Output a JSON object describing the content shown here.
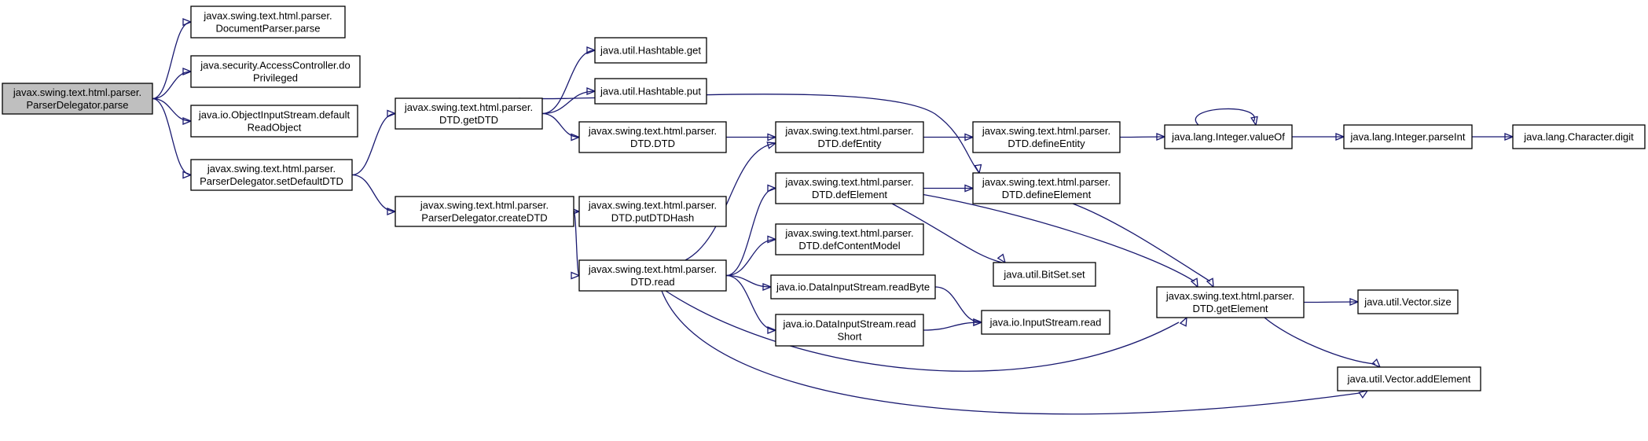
{
  "diagram": {
    "nodes": [
      {
        "id": "root",
        "lines": [
          "javax.swing.text.html.parser.",
          "ParserDelegator.parse"
        ],
        "highlight": true
      },
      {
        "id": "docparse",
        "lines": [
          "javax.swing.text.html.parser.",
          "DocumentParser.parse"
        ]
      },
      {
        "id": "doPriv",
        "lines": [
          "java.security.AccessController.do",
          "Privileged"
        ]
      },
      {
        "id": "defRead",
        "lines": [
          "java.io.ObjectInputStream.default",
          "ReadObject"
        ]
      },
      {
        "id": "setDTD",
        "lines": [
          "javax.swing.text.html.parser.",
          "ParserDelegator.setDefaultDTD"
        ]
      },
      {
        "id": "getDTD",
        "lines": [
          "javax.swing.text.html.parser.",
          "DTD.getDTD"
        ]
      },
      {
        "id": "createDTD",
        "lines": [
          "javax.swing.text.html.parser.",
          "ParserDelegator.createDTD"
        ]
      },
      {
        "id": "htGet",
        "lines": [
          "java.util.Hashtable.get"
        ]
      },
      {
        "id": "htPut",
        "lines": [
          "java.util.Hashtable.put"
        ]
      },
      {
        "id": "dtdDTD",
        "lines": [
          "javax.swing.text.html.parser.",
          "DTD.DTD"
        ]
      },
      {
        "id": "putHash",
        "lines": [
          "javax.swing.text.html.parser.",
          "DTD.putDTDHash"
        ]
      },
      {
        "id": "dtdRead",
        "lines": [
          "javax.swing.text.html.parser.",
          "DTD.read"
        ]
      },
      {
        "id": "defEntity",
        "lines": [
          "javax.swing.text.html.parser.",
          "DTD.defEntity"
        ]
      },
      {
        "id": "defElement",
        "lines": [
          "javax.swing.text.html.parser.",
          "DTD.defElement"
        ]
      },
      {
        "id": "defContent",
        "lines": [
          "javax.swing.text.html.parser.",
          "DTD.defContentModel"
        ]
      },
      {
        "id": "readByte",
        "lines": [
          "java.io.DataInputStream.readByte"
        ]
      },
      {
        "id": "readShort",
        "lines": [
          "java.io.DataInputStream.read",
          "Short"
        ]
      },
      {
        "id": "defineEntity",
        "lines": [
          "javax.swing.text.html.parser.",
          "DTD.defineEntity"
        ]
      },
      {
        "id": "defineElement",
        "lines": [
          "javax.swing.text.html.parser.",
          "DTD.defineElement"
        ]
      },
      {
        "id": "bitSet",
        "lines": [
          "java.util.BitSet.set"
        ]
      },
      {
        "id": "isRead",
        "lines": [
          "java.io.InputStream.read"
        ]
      },
      {
        "id": "valueOf",
        "lines": [
          "java.lang.Integer.valueOf"
        ]
      },
      {
        "id": "getElement",
        "lines": [
          "javax.swing.text.html.parser.",
          "DTD.getElement"
        ]
      },
      {
        "id": "parseInt",
        "lines": [
          "java.lang.Integer.parseInt"
        ]
      },
      {
        "id": "vSize",
        "lines": [
          "java.util.Vector.size"
        ]
      },
      {
        "id": "vAdd",
        "lines": [
          "java.util.Vector.addElement"
        ]
      },
      {
        "id": "digit",
        "lines": [
          "java.lang.Character.digit"
        ]
      }
    ],
    "edges": [
      {
        "from": "root",
        "to": "docparse"
      },
      {
        "from": "root",
        "to": "doPriv"
      },
      {
        "from": "root",
        "to": "defRead"
      },
      {
        "from": "root",
        "to": "setDTD"
      },
      {
        "from": "setDTD",
        "to": "getDTD"
      },
      {
        "from": "setDTD",
        "to": "createDTD"
      },
      {
        "from": "getDTD",
        "to": "htGet"
      },
      {
        "from": "getDTD",
        "to": "htPut"
      },
      {
        "from": "getDTD",
        "to": "dtdDTD"
      },
      {
        "from": "getDTD",
        "to": "defineElement"
      },
      {
        "from": "createDTD",
        "to": "putHash"
      },
      {
        "from": "createDTD",
        "to": "dtdRead"
      },
      {
        "from": "dtdDTD",
        "to": "defEntity"
      },
      {
        "from": "dtdRead",
        "to": "defEntity"
      },
      {
        "from": "dtdRead",
        "to": "defElement"
      },
      {
        "from": "dtdRead",
        "to": "defContent"
      },
      {
        "from": "dtdRead",
        "to": "readByte"
      },
      {
        "from": "dtdRead",
        "to": "readShort"
      },
      {
        "from": "dtdRead",
        "to": "getElement"
      },
      {
        "from": "dtdRead",
        "to": "vAdd"
      },
      {
        "from": "defEntity",
        "to": "defineEntity"
      },
      {
        "from": "defElement",
        "to": "defineElement"
      },
      {
        "from": "defElement",
        "to": "bitSet"
      },
      {
        "from": "defElement",
        "to": "getElement"
      },
      {
        "from": "readByte",
        "to": "isRead"
      },
      {
        "from": "readShort",
        "to": "isRead"
      },
      {
        "from": "defineEntity",
        "to": "valueOf"
      },
      {
        "from": "defineElement",
        "to": "getElement"
      },
      {
        "from": "valueOf",
        "to": "valueOf"
      },
      {
        "from": "valueOf",
        "to": "parseInt"
      },
      {
        "from": "parseInt",
        "to": "digit"
      },
      {
        "from": "getElement",
        "to": "vSize"
      },
      {
        "from": "getElement",
        "to": "vAdd"
      }
    ]
  }
}
